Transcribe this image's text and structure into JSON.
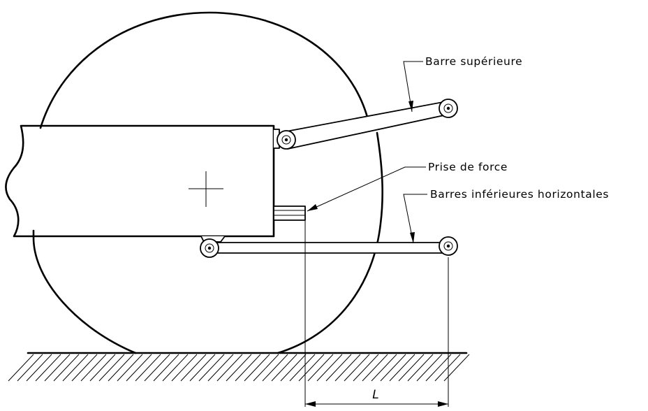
{
  "labels": {
    "top_link": "Barre supérieure",
    "pto": "Prise de force",
    "lower_links": "Barres inférieures horizontales",
    "dimension": "L"
  },
  "colors": {
    "line": "#000000",
    "background": "#ffffff"
  }
}
